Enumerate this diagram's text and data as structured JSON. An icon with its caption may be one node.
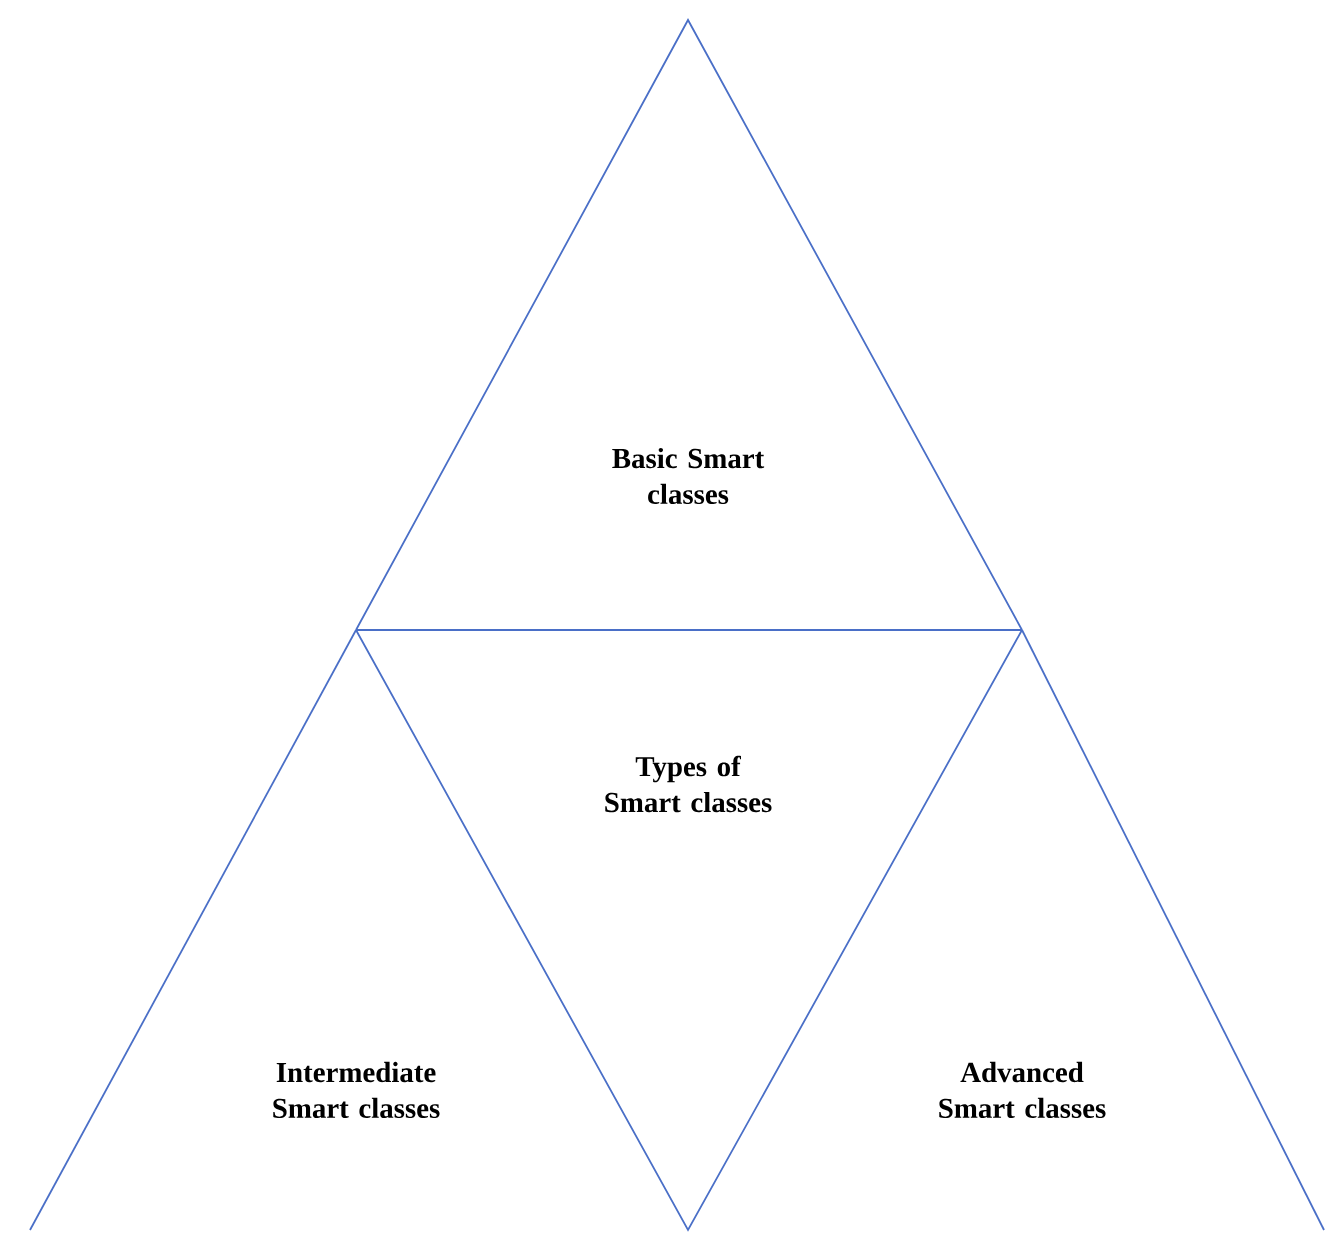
{
  "diagram": {
    "nodes": [
      {
        "text": [
          "Basic Smart classes"
        ]
      },
      {
        "text": [
          "Types of Smart classes"
        ]
      },
      {
        "text": [
          "Intermediate Smart classes"
        ]
      },
      {
        "text": [
          "Advanced Smart classes"
        ]
      }
    ]
  }
}
